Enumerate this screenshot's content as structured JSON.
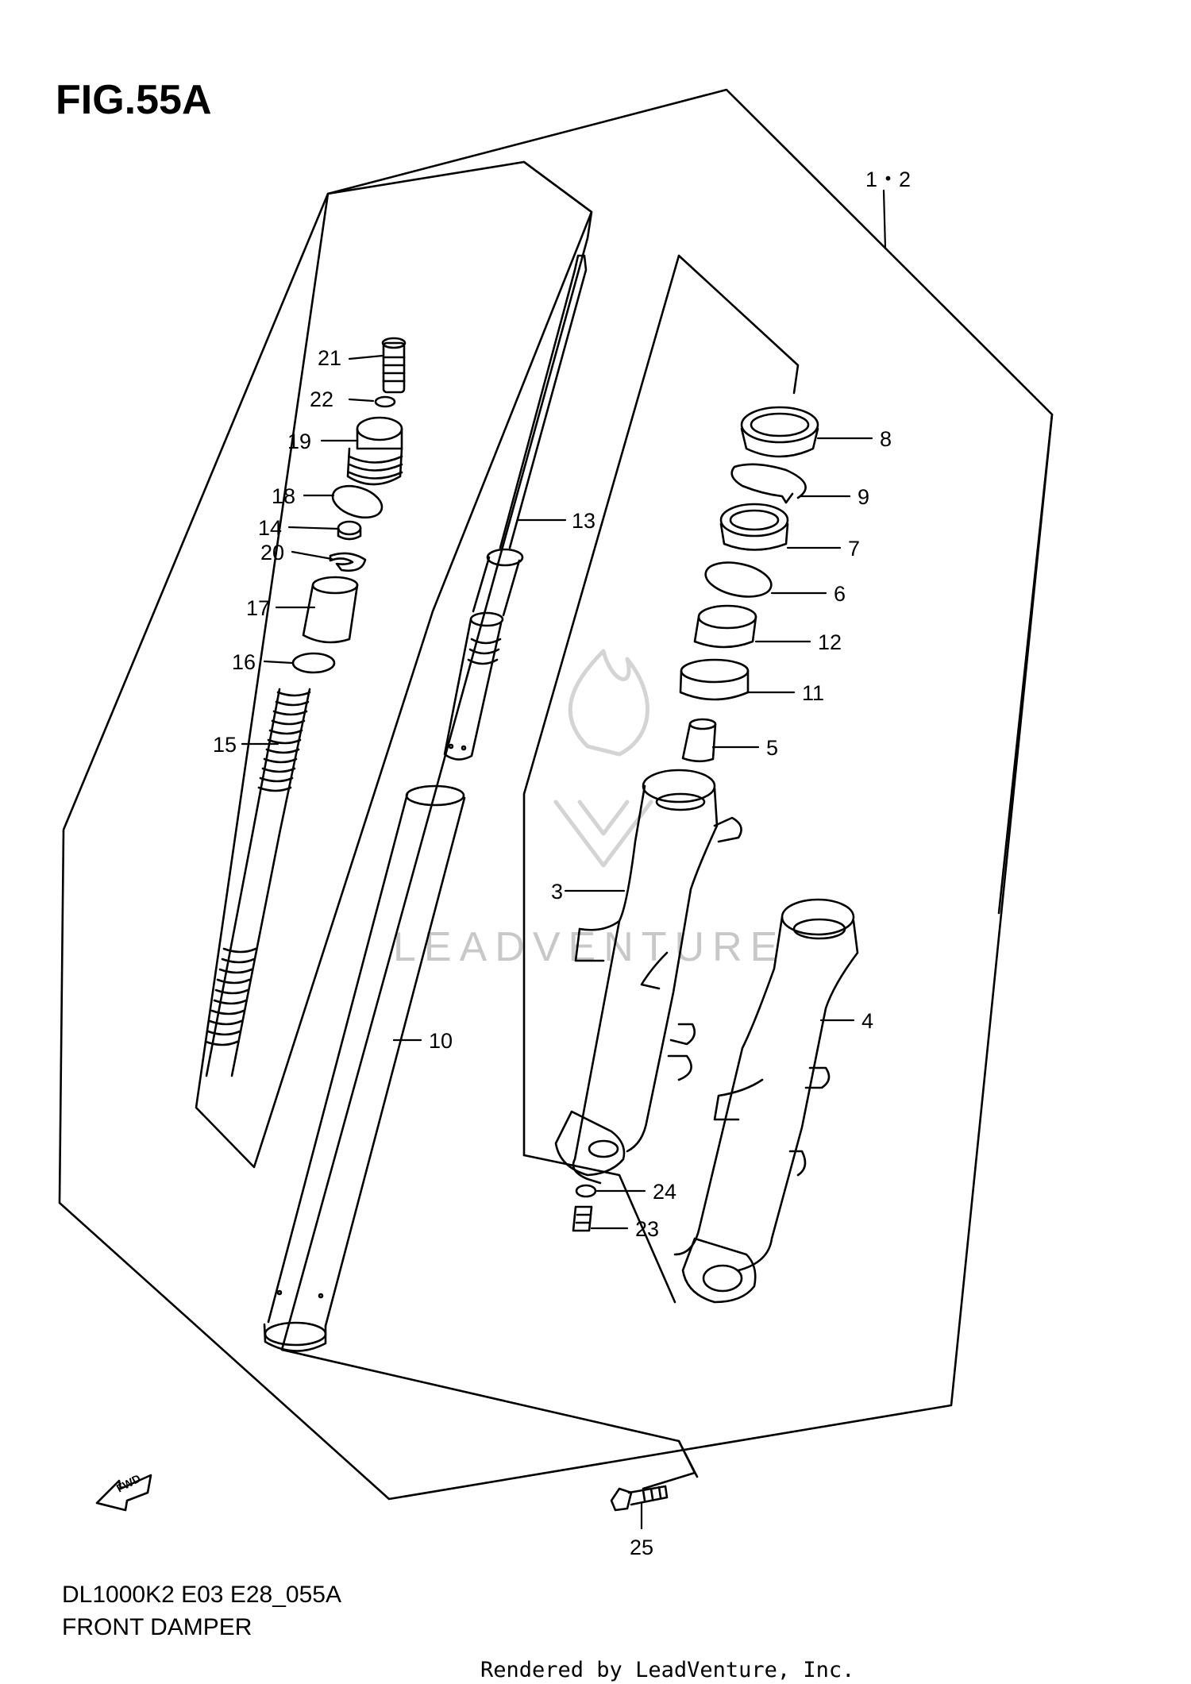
{
  "header": {
    "title": "FIG.55A"
  },
  "footer": {
    "model_code": "DL1000K2 E03 E28_055A",
    "caption": "FRONT DAMPER",
    "credit": "Rendered by LeadVenture, Inc."
  },
  "watermark": {
    "text": "LEADVENTURE"
  },
  "fwd_arrow": {
    "label": "FWD"
  },
  "callouts": {
    "c1_2": "1・2",
    "c3": "3",
    "c4": "4",
    "c5": "5",
    "c6": "6",
    "c7": "7",
    "c8": "8",
    "c9": "9",
    "c10": "10",
    "c11": "11",
    "c12": "12",
    "c13": "13",
    "c14": "14",
    "c15": "15",
    "c16": "16",
    "c17": "17",
    "c18": "18",
    "c19": "19",
    "c20": "20",
    "c21": "21",
    "c22": "22",
    "c23": "23",
    "c24": "24",
    "c25": "25"
  },
  "colors": {
    "line": "#000000",
    "watermark": "#c8c8c8",
    "background": "#ffffff"
  }
}
